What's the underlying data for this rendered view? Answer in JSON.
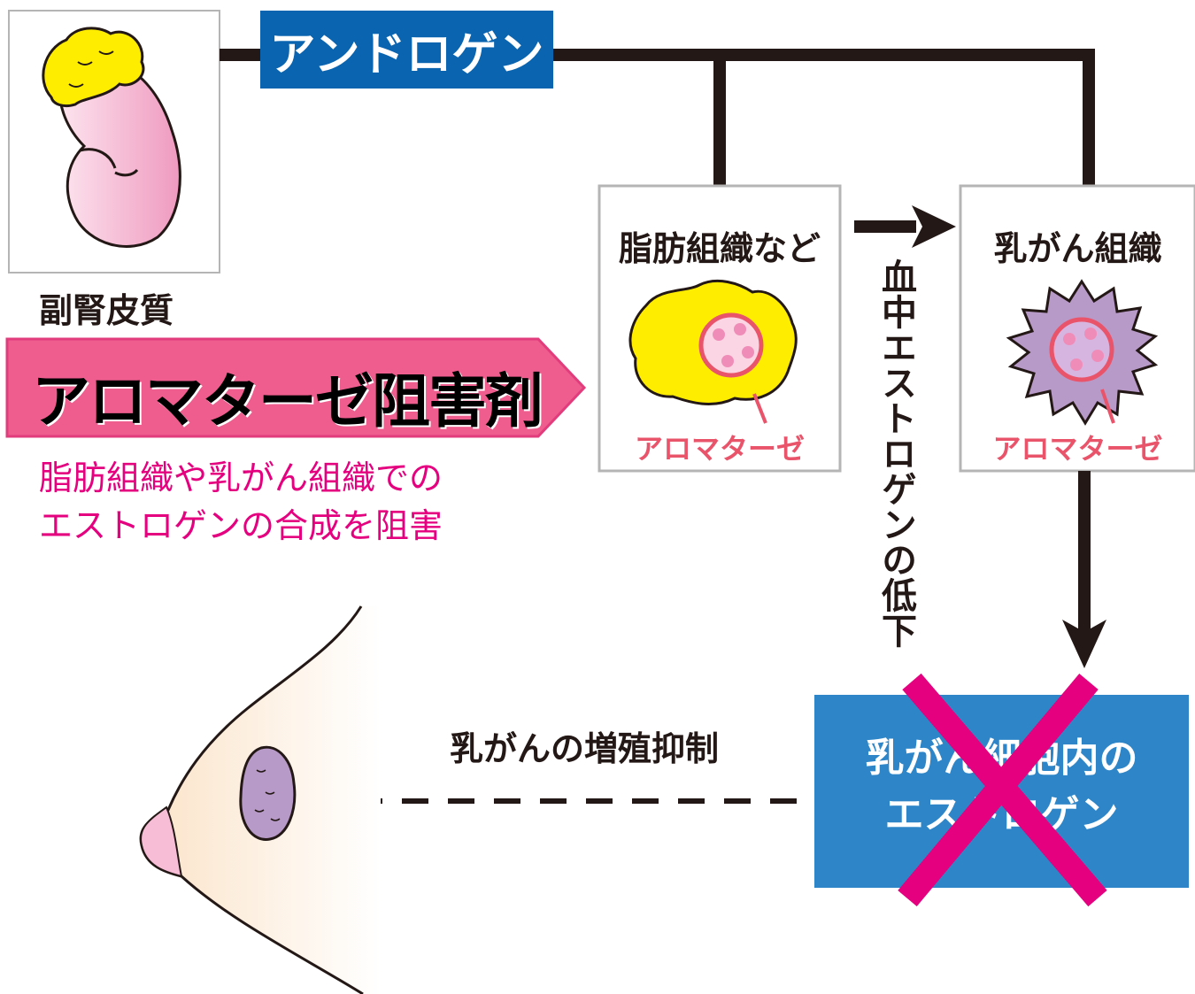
{
  "labels": {
    "androgen": "アンドロゲン",
    "adrenal_cortex": "副腎皮質",
    "adipose_tissue": "脂肪組織など",
    "breast_cancer_tissue": "乳がん組織",
    "aromatase_1": "アロマターゼ",
    "aromatase_2": "アロマターゼ",
    "inhibitor": "アロマターゼ阻害剤",
    "inhibitor_desc_1": "脂肪組織や乳がん組織での",
    "inhibitor_desc_2": "エストロゲンの合成を阻害",
    "blood_estrogen_decrease": "血中エストロゲンの低下",
    "cell_estrogen_1": "乳がん細胞内の",
    "cell_estrogen_2": "エストロゲン",
    "proliferation_suppression": "乳がんの増殖抑制"
  },
  "colors": {
    "androgen_box": "#0a64b0",
    "cell_estrogen_box": "#2e86c8",
    "cross": "#e4007f",
    "arrow_band": "#ef5d8f",
    "aromatase": "#e9546b",
    "desc_text": "#e4007f",
    "line": "#231815"
  }
}
